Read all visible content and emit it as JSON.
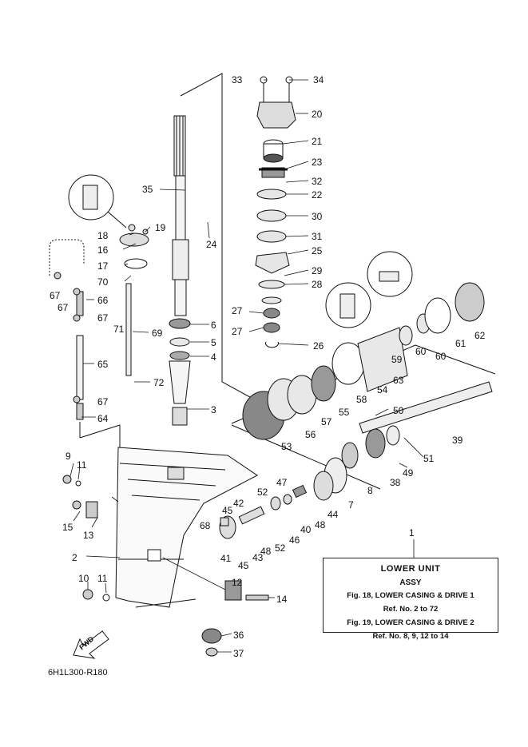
{
  "callouts": [
    {
      "id": "33",
      "text": "33"
    },
    {
      "id": "34",
      "text": "34"
    },
    {
      "id": "20",
      "text": "20"
    },
    {
      "id": "21",
      "text": "21"
    },
    {
      "id": "23",
      "text": "23"
    },
    {
      "id": "32",
      "text": "32"
    },
    {
      "id": "22",
      "text": "22"
    },
    {
      "id": "35",
      "text": "35"
    },
    {
      "id": "30",
      "text": "30"
    },
    {
      "id": "18",
      "text": "18"
    },
    {
      "id": "19",
      "text": "19"
    },
    {
      "id": "24",
      "text": "24"
    },
    {
      "id": "31",
      "text": "31"
    },
    {
      "id": "16",
      "text": "16"
    },
    {
      "id": "25",
      "text": "25"
    },
    {
      "id": "17",
      "text": "17"
    },
    {
      "id": "29",
      "text": "29"
    },
    {
      "id": "70",
      "text": "70"
    },
    {
      "id": "28",
      "text": "28"
    },
    {
      "id": "67a",
      "text": "67"
    },
    {
      "id": "66",
      "text": "66"
    },
    {
      "id": "67b",
      "text": "67"
    },
    {
      "id": "67c",
      "text": "67"
    },
    {
      "id": "27a",
      "text": "27"
    },
    {
      "id": "71",
      "text": "71"
    },
    {
      "id": "6",
      "text": "6"
    },
    {
      "id": "69",
      "text": "69"
    },
    {
      "id": "27b",
      "text": "27"
    },
    {
      "id": "5",
      "text": "5"
    },
    {
      "id": "4",
      "text": "4"
    },
    {
      "id": "26",
      "text": "26"
    },
    {
      "id": "62",
      "text": "62"
    },
    {
      "id": "61",
      "text": "61"
    },
    {
      "id": "60a",
      "text": "60"
    },
    {
      "id": "60b",
      "text": "60"
    },
    {
      "id": "59",
      "text": "59"
    },
    {
      "id": "63",
      "text": "63"
    },
    {
      "id": "65",
      "text": "65"
    },
    {
      "id": "72",
      "text": "72"
    },
    {
      "id": "54",
      "text": "54"
    },
    {
      "id": "58",
      "text": "58"
    },
    {
      "id": "67d",
      "text": "67"
    },
    {
      "id": "3",
      "text": "3"
    },
    {
      "id": "55",
      "text": "55"
    },
    {
      "id": "57",
      "text": "57"
    },
    {
      "id": "50",
      "text": "50"
    },
    {
      "id": "64",
      "text": "64"
    },
    {
      "id": "56",
      "text": "56"
    },
    {
      "id": "39",
      "text": "39"
    },
    {
      "id": "53",
      "text": "53"
    },
    {
      "id": "51",
      "text": "51"
    },
    {
      "id": "9",
      "text": "9"
    },
    {
      "id": "11a",
      "text": "11"
    },
    {
      "id": "49",
      "text": "49"
    },
    {
      "id": "38",
      "text": "38"
    },
    {
      "id": "47",
      "text": "47"
    },
    {
      "id": "8",
      "text": "8"
    },
    {
      "id": "52a",
      "text": "52"
    },
    {
      "id": "7",
      "text": "7"
    },
    {
      "id": "42",
      "text": "42"
    },
    {
      "id": "44",
      "text": "44"
    },
    {
      "id": "45a",
      "text": "45"
    },
    {
      "id": "15",
      "text": "15"
    },
    {
      "id": "68",
      "text": "68"
    },
    {
      "id": "40",
      "text": "40"
    },
    {
      "id": "48a",
      "text": "48"
    },
    {
      "id": "13",
      "text": "13"
    },
    {
      "id": "46",
      "text": "46"
    },
    {
      "id": "48b",
      "text": "48"
    },
    {
      "id": "52b",
      "text": "52"
    },
    {
      "id": "43",
      "text": "43"
    },
    {
      "id": "41",
      "text": "41"
    },
    {
      "id": "2",
      "text": "2"
    },
    {
      "id": "45b",
      "text": "45"
    },
    {
      "id": "1",
      "text": "1"
    },
    {
      "id": "12",
      "text": "12"
    },
    {
      "id": "10",
      "text": "10"
    },
    {
      "id": "11b",
      "text": "11"
    },
    {
      "id": "14",
      "text": "14"
    },
    {
      "id": "36",
      "text": "36"
    },
    {
      "id": "37",
      "text": "37"
    }
  ],
  "legend": {
    "title": "LOWER UNIT",
    "subtitle": "ASSY",
    "line1": "Fig. 18, LOWER CASING & DRIVE 1",
    "line2": "Ref. No. 2 to 72",
    "line3": "Fig. 19, LOWER CASING & DRIVE 2",
    "line4": "Ref. No. 8, 9, 12 to 14"
  },
  "fwd_label": "FWD",
  "reference_code": "6H1L300-R180",
  "colors": {
    "ink": "#111111",
    "background": "#ffffff",
    "part_fill": "#e8e8e8",
    "part_dark": "#555555"
  }
}
